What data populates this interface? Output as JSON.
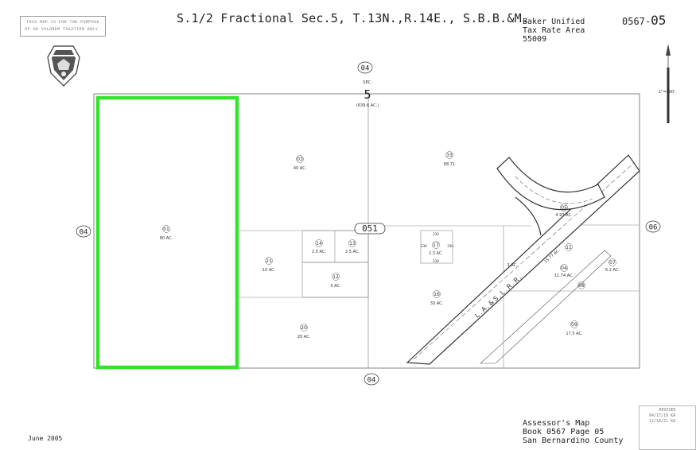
{
  "disclaimer": {
    "line1": "THIS MAP IS FOR THE PURPOSE",
    "line2": "OF AD VALOREM TAXATION ONLY."
  },
  "title": "S.1/2 Fractional Sec.5, T.13N.,R.14E., S.B.B.&M.",
  "district": {
    "line1": "Baker Unified",
    "line2": "Tax Rate Area",
    "line3": "55009"
  },
  "map_number": {
    "prefix": "0567-",
    "page": "05"
  },
  "scale": "1\"=400'",
  "section": {
    "label": "SEC.",
    "number": "5",
    "acres": "(639.6 AC.)"
  },
  "adjacent_pages": {
    "north": "04",
    "south": "04",
    "west": "04",
    "east": "06"
  },
  "block_number": "051",
  "parcels": [
    {
      "id": "01",
      "acres": "80 AC."
    },
    {
      "id": "03",
      "acres": "40 AC."
    },
    {
      "id": "33",
      "acres": "68.71"
    },
    {
      "id": "21",
      "acres": "10 AC."
    },
    {
      "id": "14",
      "acres": "2.5 AC."
    },
    {
      "id": "13",
      "acres": "2.5 AC."
    },
    {
      "id": "12",
      "acres": "5 AC."
    },
    {
      "id": "17",
      "acres": "2.3 AC."
    },
    {
      "id": "16",
      "acres": "33 AC."
    },
    {
      "id": "20",
      "acres": "20 AC."
    },
    {
      "id": "05",
      "acres": "4.93 AC."
    },
    {
      "id": "04",
      "acres": "11.74 AC."
    },
    {
      "id": "07",
      "acres": "6.2 AC."
    },
    {
      "id": "09",
      "acres": "17.5 AC."
    },
    {
      "id": "11",
      "acres": ""
    },
    {
      "id": "08",
      "acres": ""
    }
  ],
  "small_parcel": {
    "dims_top": "330",
    "dims_bottom": "330",
    "dims_left": "330",
    "dims_right": "330",
    "acres_text": "3 AC."
  },
  "railroad_label": "L.A.&S.L.R.R.",
  "rr_dim": "15.77 AC.",
  "highlight_color": "#35e32a",
  "date": "June 2005",
  "book": {
    "line1": "Assessor's Map",
    "line2": "Book 0567 Page 05",
    "line3": "San Bernardino County"
  },
  "revised": {
    "title": "REVISED",
    "d1": "04/17/10 KA",
    "d2": "12/18/21 KA"
  }
}
